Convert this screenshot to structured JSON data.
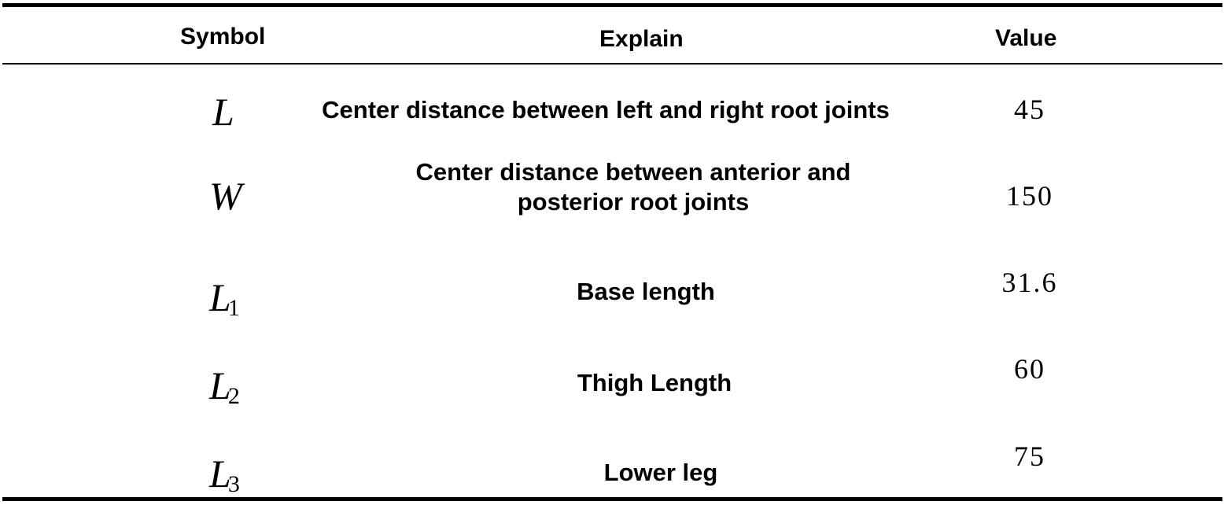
{
  "table": {
    "headers": {
      "symbol": "Symbol",
      "explain": "Explain",
      "value": "Value"
    },
    "rows": [
      {
        "symbol": "L",
        "subscript": "",
        "explain_lines": [
          "Center distance between left and right root joints"
        ],
        "value": "45"
      },
      {
        "symbol": "W",
        "subscript": "",
        "explain_lines": [
          "Center distance between anterior and",
          "posterior root joints"
        ],
        "value": "150"
      },
      {
        "symbol": "L",
        "subscript": "1",
        "explain_lines": [
          "Base length"
        ],
        "value": "31.6"
      },
      {
        "symbol": "L",
        "subscript": "2",
        "explain_lines": [
          "Thigh Length"
        ],
        "value": "60"
      },
      {
        "symbol": "L",
        "subscript": "3",
        "explain_lines": [
          "Lower leg"
        ],
        "value": "75"
      }
    ]
  }
}
